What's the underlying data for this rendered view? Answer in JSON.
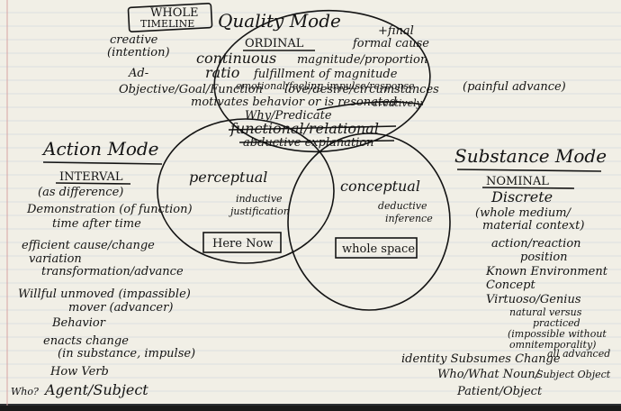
{
  "colors": {
    "paper": "#f1efe6",
    "rule": "#9fb4cf",
    "margin": "#d7a3a3",
    "ink": "#141414",
    "shadow": "#1a1a1a"
  },
  "top_label": {
    "line1": "WHOLE",
    "line2": "TIMELINE"
  },
  "quality_mode": {
    "title": "Quality Mode",
    "creative": "creative",
    "intention": "(intention)",
    "ordinal": "ORDINAL",
    "formal_cause": "formal cause",
    "final": "+final",
    "continuous": "continuous",
    "magnitude": "magnitude/proportion",
    "ratio": "ratio",
    "fulfillment": "fulfillment of magnitude",
    "emotional": "emotional/feeling impulse/response",
    "ad": "Ad-",
    "objective": "Objective/Goal/Function",
    "love": "love/desire/circumstances",
    "painful": "(painful advance)",
    "motivates": "motivates behavior or is resonated",
    "creatively": "creatively",
    "why": "Why/Predicate",
    "functional": "functional/relational",
    "abductive": "abductive explanation"
  },
  "action_mode": {
    "title": "Action Mode",
    "interval": "INTERVAL",
    "as_difference": "(as difference)",
    "demonstration": "Demonstration (of function)",
    "time_after": "time after time",
    "efficient": "efficient cause/change",
    "variation": "variation",
    "transformation": "transformation/advance",
    "willful": "Willful unmoved (impassible)",
    "mover": "mover (advancer)",
    "behavior": "Behavior",
    "enacts": "enacts change",
    "in_substance": "(in substance, impulse)",
    "how": "How Verb",
    "who": "Who?",
    "agent": "Agent/Subject"
  },
  "center": {
    "perceptual": "perceptual",
    "inductive": "inductive",
    "justification": "justification",
    "here_now": "Here Now",
    "conceptual": "conceptual",
    "deductive": "deductive",
    "inference": "inference",
    "whole_space": "whole space"
  },
  "substance_mode": {
    "title": "Substance Mode",
    "nominal": "NOMINAL",
    "discrete": "Discrete",
    "whole_medium": "(whole medium/",
    "material_context": "material context)",
    "action_reaction": "action/reaction",
    "position": "position",
    "known_environment": "Known Environment",
    "concept": "Concept",
    "virtuoso": "Virtuoso/Genius",
    "natural": "natural versus",
    "practiced": "practiced",
    "impossible": "(impossible without",
    "omnitemporality": "omnitemporality)",
    "all_advanced": "all advanced",
    "identity": "identity Subsumes Change",
    "who_what": "Who/What Noun/",
    "subject_object": "Subject Object",
    "patient": "Patient/Object"
  }
}
